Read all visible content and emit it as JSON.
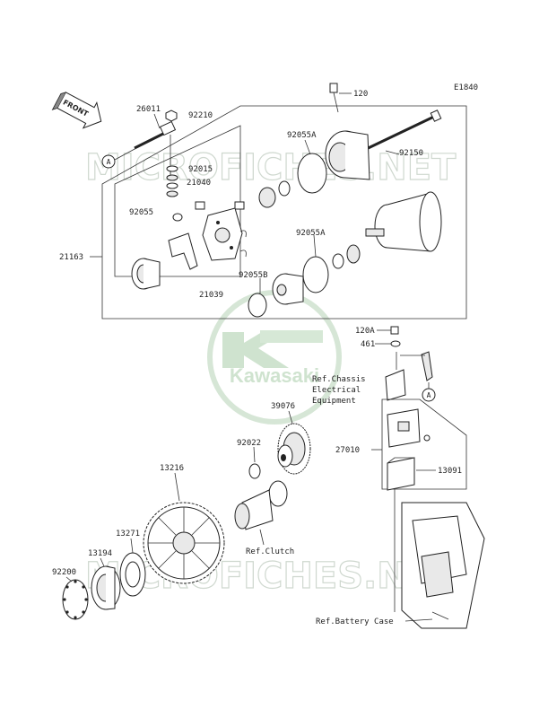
{
  "diagram_code": "E1840",
  "front_label": "FRONT",
  "watermark": {
    "top": "MICROFICHES.NET",
    "bottom": "MICROFICHES.NET",
    "brand": "Kawasaki"
  },
  "circle_ref": "A",
  "parts": {
    "p120": "120",
    "p26011": "26011",
    "p92210": "92210",
    "p92055A_top": "92055A",
    "p92150": "92150",
    "p92015": "92015",
    "p21040": "21040",
    "p92055": "92055",
    "p92055A_mid": "92055A",
    "p21163": "21163",
    "p92055B": "92055B",
    "p21039": "21039",
    "p120A": "120A",
    "p461": "461",
    "p39076": "39076",
    "p92022": "92022",
    "p27010": "27010",
    "p13091": "13091",
    "p13216": "13216",
    "p13271": "13271",
    "p13194": "13194",
    "p92200": "92200"
  },
  "refs": {
    "chassis_line1": "Ref.Chassis",
    "chassis_line2": "Electrical",
    "chassis_line3": "Equipment",
    "clutch": "Ref.Clutch",
    "battery": "Ref.Battery Case"
  }
}
